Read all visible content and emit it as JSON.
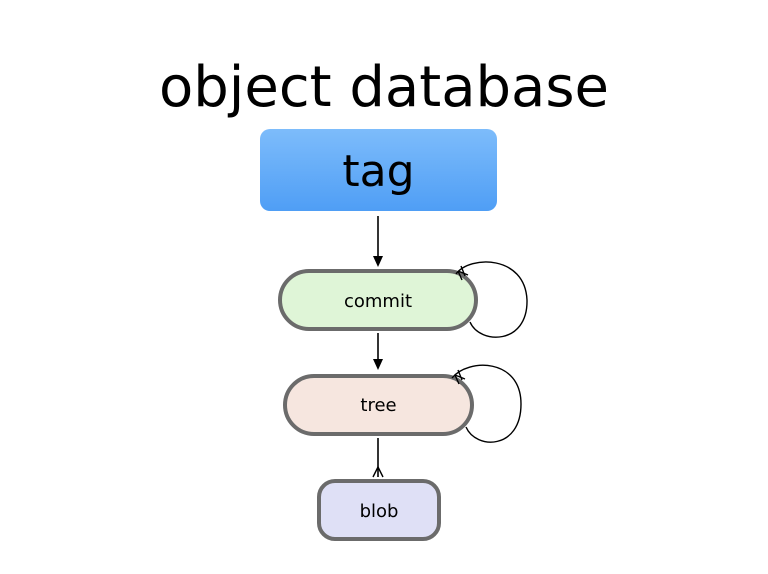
{
  "slide": {
    "title": "object database"
  },
  "nodes": {
    "tag": {
      "label": "tag",
      "fill": "#5aa7f6",
      "stroke": "#5aa7f6"
    },
    "commit": {
      "label": "commit",
      "fill": "#dff5d7",
      "stroke": "#6b6b6b"
    },
    "tree": {
      "label": "tree",
      "fill": "#f6e6df",
      "stroke": "#6b6b6b"
    },
    "blob": {
      "label": "blob",
      "fill": "#dfe0f6",
      "stroke": "#6b6b6b"
    }
  }
}
